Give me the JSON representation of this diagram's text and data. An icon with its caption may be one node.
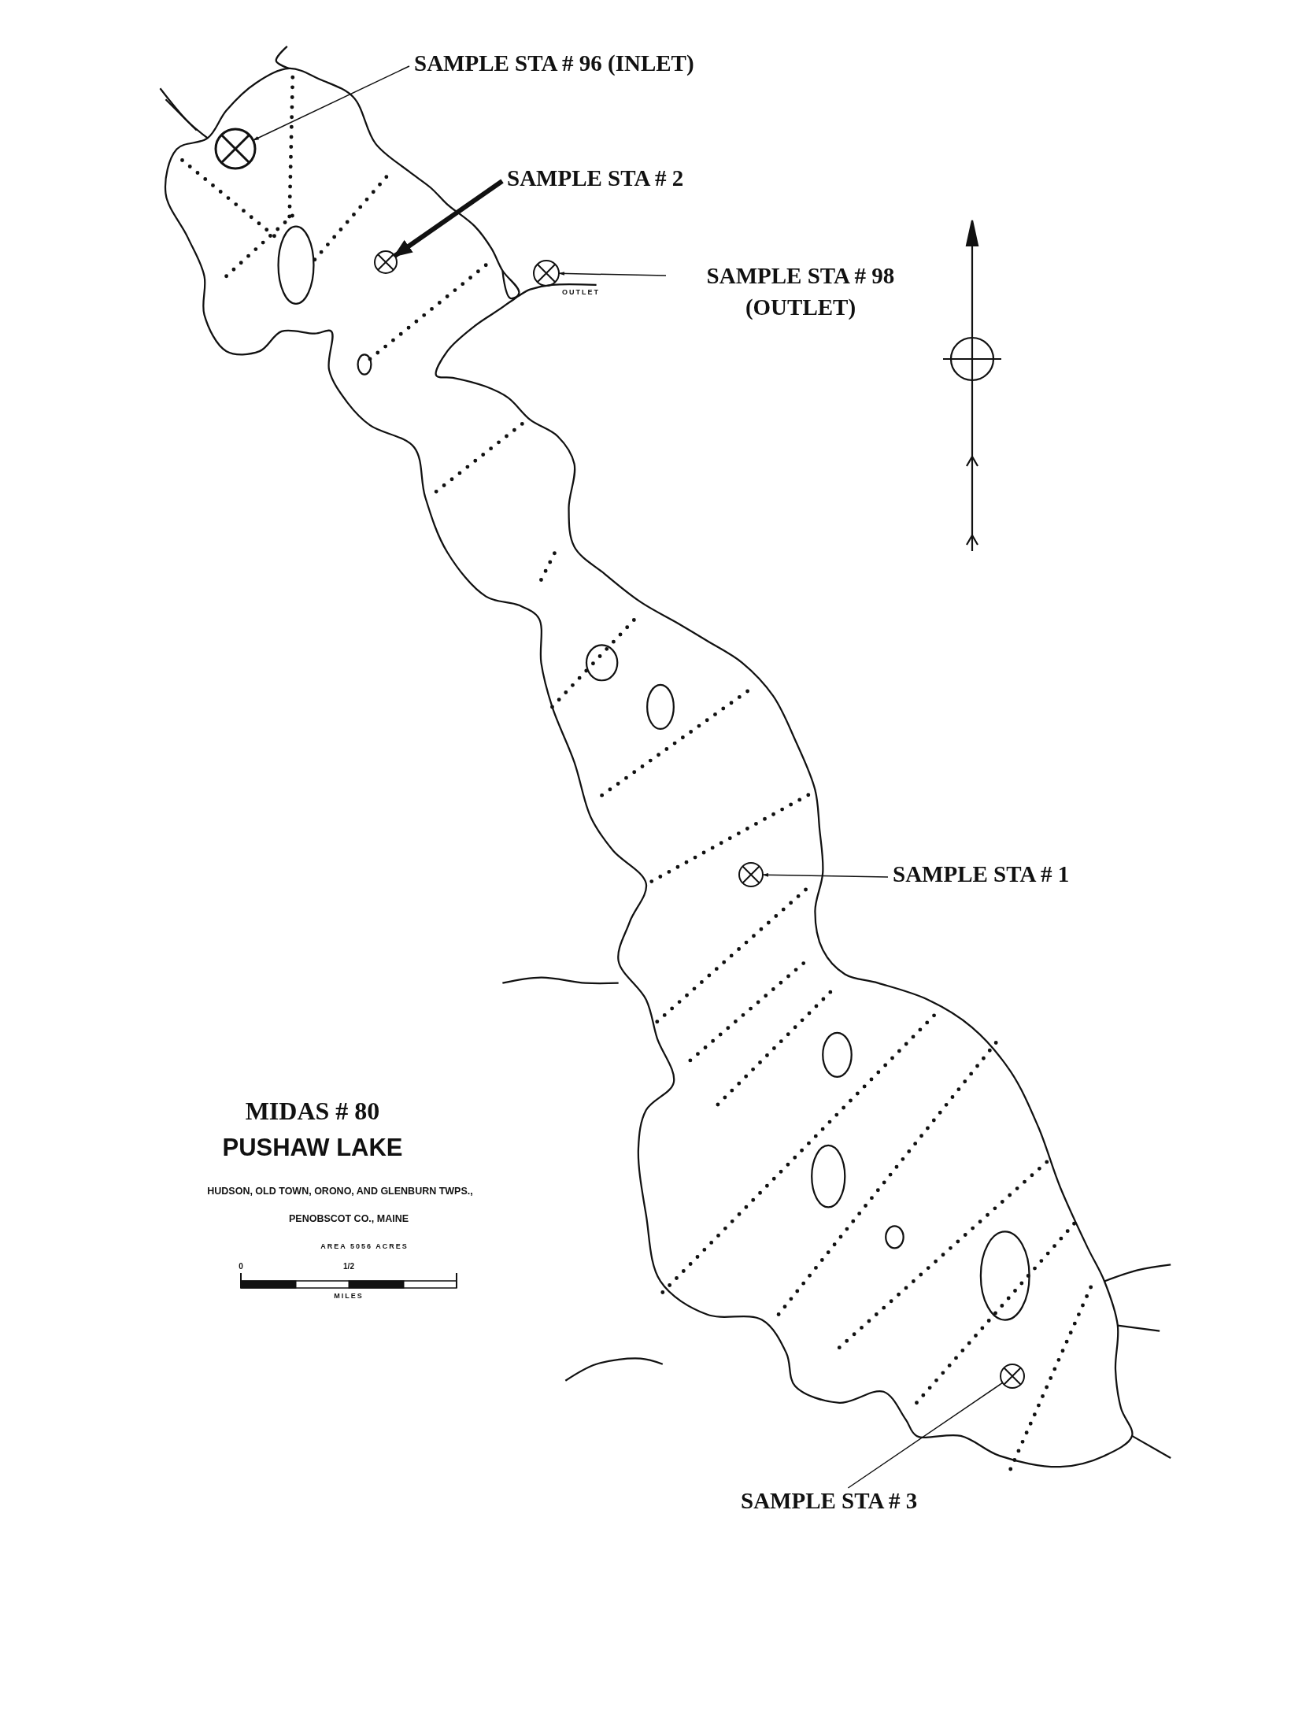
{
  "diagram": {
    "title": "MIDAS # 80",
    "nodes": [
      {
        "text": [
          "SAMPLE STA # 96 (INLET)"
        ]
      },
      {
        "text": [
          "SAMPLE STA # 2"
        ]
      },
      {
        "text": [
          "SAMPLE STA # 98 (OUTLET)"
        ]
      },
      {
        "text": [
          "SAMPLE STA # 1"
        ]
      },
      {
        "text": [
          "SAMPLE STA # 3"
        ]
      },
      {
        "text": [],
        "shape": "circle"
      },
      {
        "text": [],
        "shape": "circle"
      },
      {
        "text": [],
        "shape": "circle"
      },
      {
        "text": [],
        "shape": "circle"
      },
      {
        "text": [],
        "shape": "circle"
      }
    ],
    "edges": [
      {
        "from": 0,
        "to": 5,
        "arrow": "to"
      },
      {
        "from": 1,
        "to": 6,
        "arrow": "to",
        "style": "thick"
      },
      {
        "from": 2,
        "to": 7,
        "arrow": "to"
      },
      {
        "from": 3,
        "to": 8,
        "arrow": "to"
      },
      {
        "from": 4,
        "to": 9,
        "arrow": "none"
      }
    ],
    "labels": [
      "OUTLET",
      "PUSHAW LAKE",
      "HUDSON, OLD TOWN, ORONO, AND GLENBURN TWPS.,",
      "PENOBSCOT CO., MAINE",
      "AREA 5056 ACRES",
      "0",
      "1/2",
      "MILES"
    ]
  }
}
